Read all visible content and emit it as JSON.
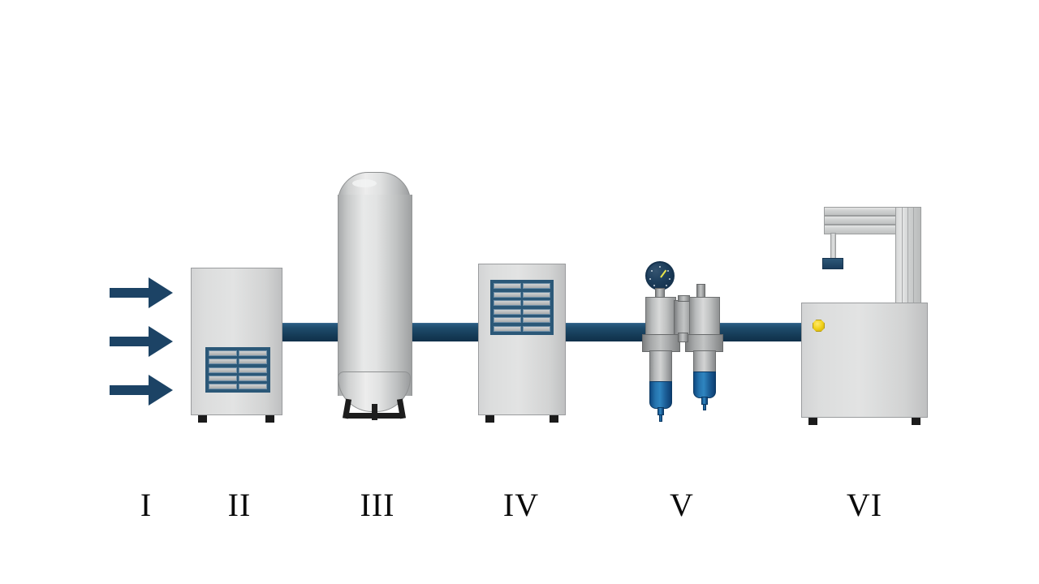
{
  "diagram": {
    "title": "Compressed air system flow diagram",
    "background_color": "#ffffff",
    "pipe_color": "#1a4568",
    "arrow_color": "#1c4365",
    "cabinet_color": "#dcdddd",
    "accent_blue": "#2573ad",
    "accent_yellow": "#f2d21c"
  },
  "labels": [
    {
      "id": "I",
      "text": "I",
      "stage": "intake-air"
    },
    {
      "id": "II",
      "text": "II",
      "stage": "air-compressor"
    },
    {
      "id": "III",
      "text": "III",
      "stage": "air-receiver-tank"
    },
    {
      "id": "IV",
      "text": "IV",
      "stage": "air-dryer"
    },
    {
      "id": "V",
      "text": "V",
      "stage": "filter-regulator-assembly"
    },
    {
      "id": "VI",
      "text": "VI",
      "stage": "point-of-use-machine"
    }
  ],
  "components": {
    "intake": {
      "name": "intake-air-arrows",
      "arrow_count": 3
    },
    "compressor": {
      "name": "air-compressor",
      "grille_rows": 5,
      "grille_columns": 2,
      "foot_count": 2
    },
    "receiver": {
      "name": "air-receiver-tank",
      "leg_count": 3
    },
    "dryer": {
      "name": "air-dryer",
      "grille_rows": 6,
      "grille_columns": 2,
      "foot_count": 2
    },
    "frl": {
      "name": "filter-regulator-lubricator",
      "gauge": {
        "name": "pressure-gauge",
        "needle_color": "#e8e44a",
        "dial_color": "#1d3e5c"
      },
      "bowl_count": 2,
      "bowl_fluid_color": "#2573ad"
    },
    "machine": {
      "name": "point-of-use-machine",
      "gantry": {
        "name": "overhead-gantry",
        "rail_count": 3
      },
      "end_effector_color": "#2d5878",
      "air_port_color": "#f2d21c",
      "foot_count": 2
    }
  }
}
